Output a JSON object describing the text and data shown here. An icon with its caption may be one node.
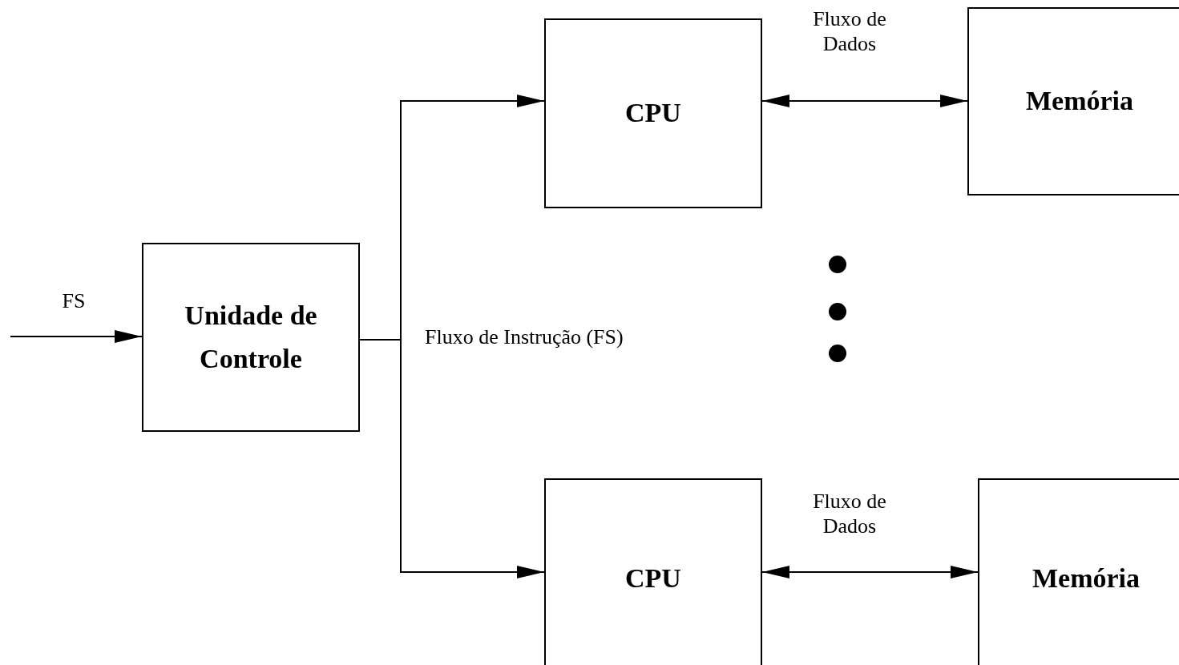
{
  "diagram": {
    "nodes": [
      {
        "text": [
          "Unidade de Controle"
        ]
      },
      {
        "text": [
          "CPU"
        ]
      },
      {
        "text": [
          "Memória"
        ]
      },
      {
        "text": [
          "CPU"
        ]
      },
      {
        "text": [
          "Memória"
        ]
      }
    ],
    "edges": [
      {
        "from": null,
        "to": 0,
        "arrow": "to",
        "label": "FS"
      },
      {
        "from": 0,
        "to": 1,
        "arrow": "to"
      },
      {
        "from": 0,
        "to": 3,
        "arrow": "to"
      },
      {
        "from": 1,
        "to": 2,
        "arrow": "both",
        "label": "Fluxo de Dados"
      },
      {
        "from": 3,
        "to": 4,
        "arrow": "both",
        "label": "Fluxo de Dados"
      }
    ],
    "labels": [
      "Fluxo de Instrução (FS)"
    ]
  }
}
